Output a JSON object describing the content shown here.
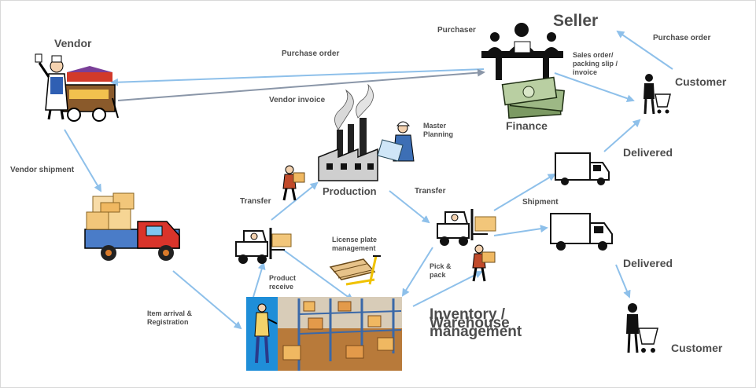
{
  "labels": {
    "seller": "Seller",
    "vendor": "Vendor",
    "purchaser": "Purchaser",
    "purchase_order_left": "Purchase order",
    "purchase_order_right": "Purchase order",
    "vendor_invoice": "Vendor invoice",
    "sales_order": "Sales order/ packing slip / invoice",
    "customer_top": "Customer",
    "customer_bottom": "Customer",
    "finance": "Finance",
    "master_planning": "Master Planning",
    "delivered_top": "Delivered",
    "delivered_bottom": "Delivered",
    "vendor_shipment": "Vendor shipment",
    "transfer_left": "Transfer",
    "transfer_right": "Transfer",
    "production": "Production",
    "shipment": "Shipment",
    "license_plate": "License plate management",
    "pick_pack": "Pick & pack",
    "product_receive": "Product receive",
    "item_arrival": "Item arrival & Registration",
    "inventory": "Inventory / Warehouse management"
  },
  "colors": {
    "arrow_blue": "#8ec0ea",
    "arrow_gray": "#8a96a8",
    "label_gray": "#4d4d4d"
  }
}
